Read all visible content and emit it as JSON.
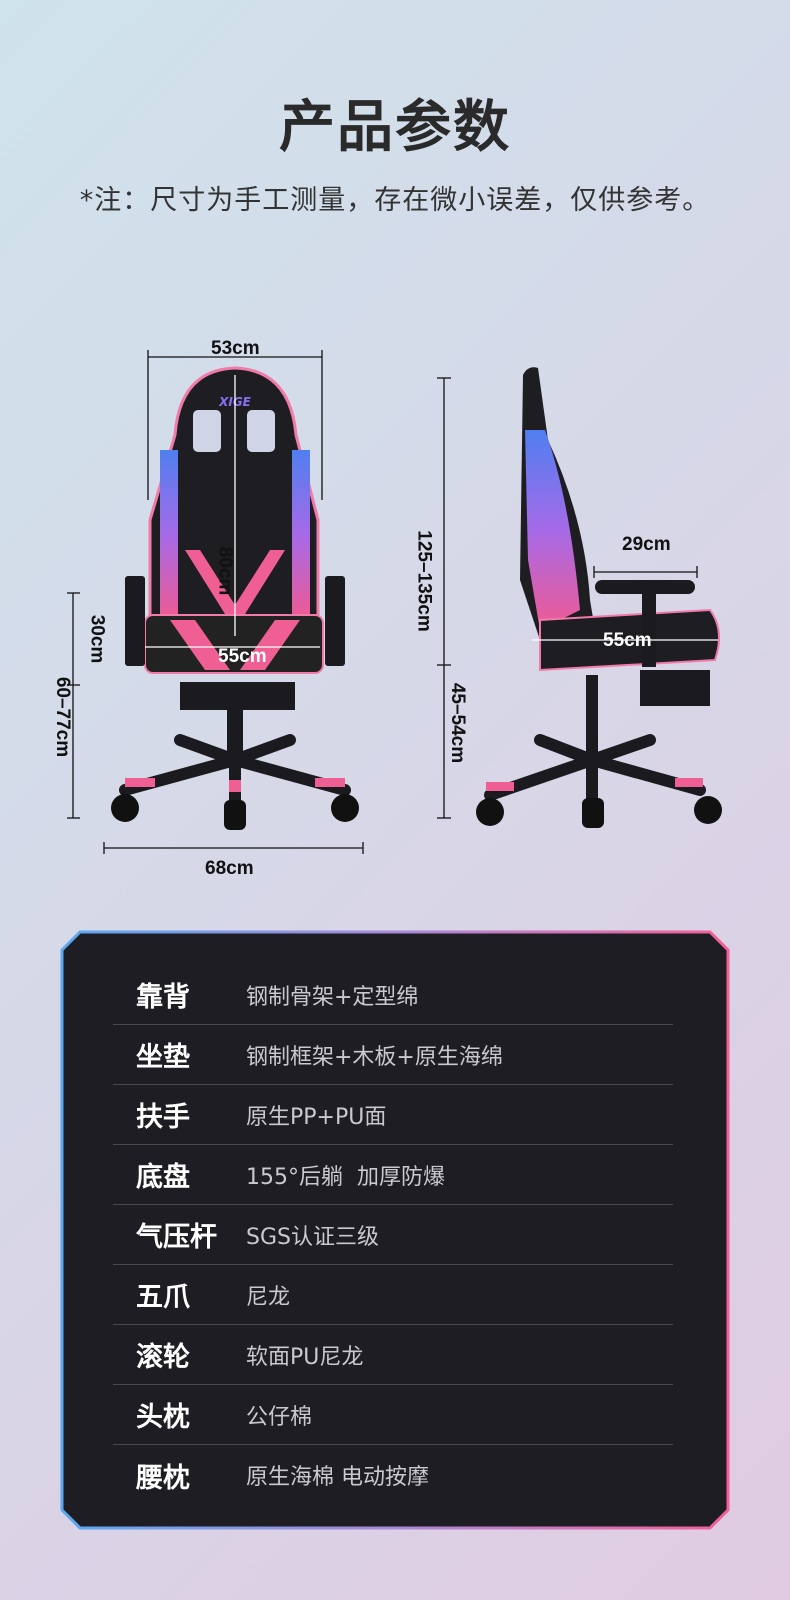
{
  "header": {
    "title": "产品参数",
    "note": "*注：尺寸为手工测量，存在微小误差，仅供参考。"
  },
  "dimensions": {
    "front": {
      "width": "53cm",
      "back_height": "80cm",
      "armrest_height": "30cm",
      "seat_height_total": "60–77cm",
      "seat_width": "55cm",
      "base_width": "68cm",
      "logo": "XIGE"
    },
    "side": {
      "total_height": "125–135cm",
      "seat_height": "45–54cm",
      "armrest_length": "29cm",
      "seat_depth": "55cm"
    }
  },
  "colors": {
    "accent_pink": "#f0588f",
    "accent_blue": "#5a8cf0",
    "panel_bg": "#1e1d24"
  },
  "specs": [
    {
      "label": "靠背",
      "value": "钢制骨架+定型绵"
    },
    {
      "label": "坐垫",
      "value": "钢制框架+木板+原生海绵"
    },
    {
      "label": "扶手",
      "value": "原生PP+PU面"
    },
    {
      "label": "底盘",
      "value": "155°后躺  加厚防爆"
    },
    {
      "label": "气压杆",
      "value": "SGS认证三级"
    },
    {
      "label": "五爪",
      "value": "尼龙"
    },
    {
      "label": "滚轮",
      "value": "软面PU尼龙"
    },
    {
      "label": "头枕",
      "value": "公仔棉"
    },
    {
      "label": "腰枕",
      "value": "原生海棉 电动按摩"
    }
  ]
}
